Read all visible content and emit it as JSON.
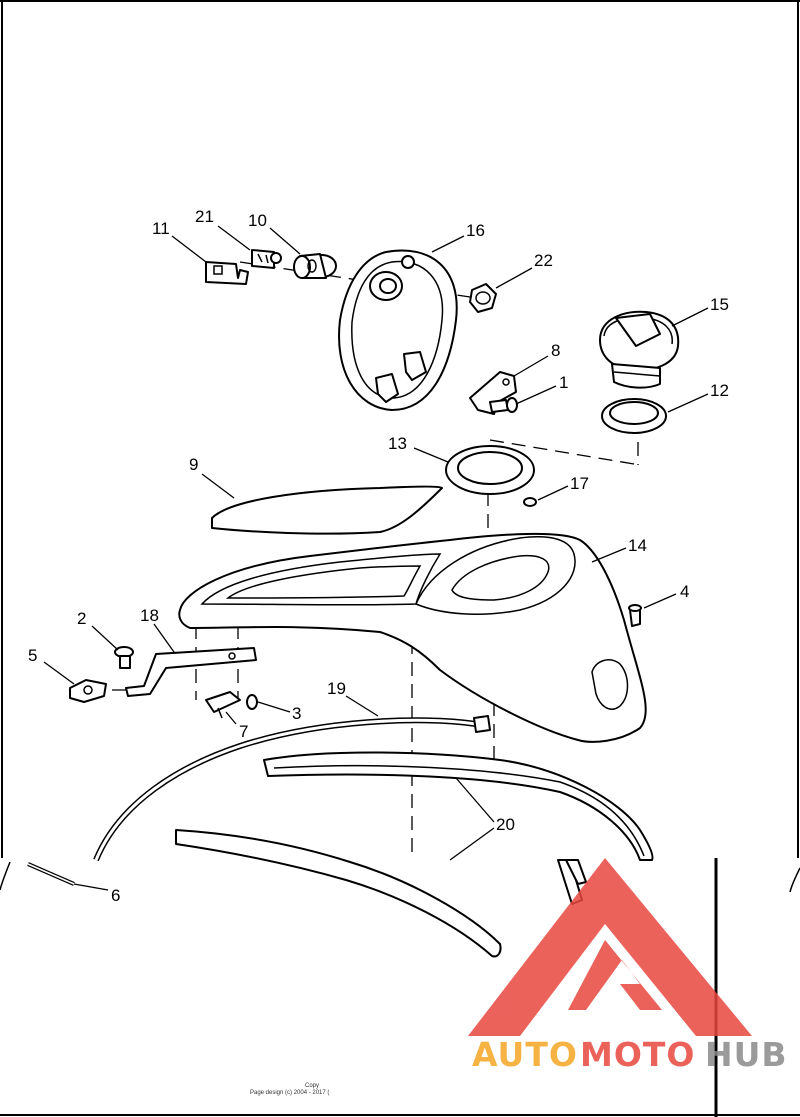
{
  "callouts": [
    {
      "n": "1"
    },
    {
      "n": "2"
    },
    {
      "n": "3"
    },
    {
      "n": "4"
    },
    {
      "n": "5"
    },
    {
      "n": "6"
    },
    {
      "n": "7"
    },
    {
      "n": "8"
    },
    {
      "n": "9"
    },
    {
      "n": "10"
    },
    {
      "n": "11"
    },
    {
      "n": "12"
    },
    {
      "n": "13"
    },
    {
      "n": "14"
    },
    {
      "n": "15"
    },
    {
      "n": "16"
    },
    {
      "n": "17"
    },
    {
      "n": "18"
    },
    {
      "n": "19"
    },
    {
      "n": "20"
    },
    {
      "n": "21"
    },
    {
      "n": "22"
    }
  ],
  "footer": {
    "line1": "Copy",
    "line2": "Page design (c) 2004 - 2017 ("
  },
  "watermark": {
    "part1": "AUTO",
    "part2": "MOTO",
    "part3": "HUB",
    "colors": {
      "red": "#e8473f",
      "orange": "#f5a623",
      "gray": "#8a8a8a"
    }
  }
}
